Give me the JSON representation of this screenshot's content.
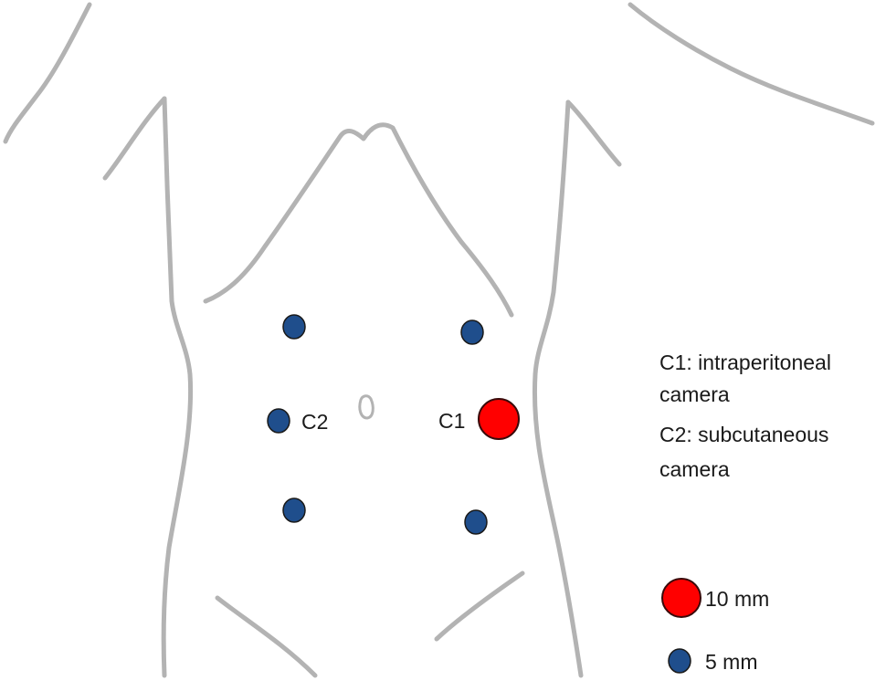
{
  "labels": {
    "camera_1": "C1",
    "camera_2": "C2"
  },
  "legend": {
    "c1_line1": "C1: intraperitoneal",
    "c1_line2": "camera",
    "c2_line1": "C2: subcutaneous",
    "c2_line2": "camera",
    "size_10mm": "10 mm",
    "size_5mm": "5 mm"
  },
  "colors": {
    "port_10mm": "#ff0000",
    "port_5mm": "#1f4e8c",
    "body_outline": "#b3b3b3"
  }
}
